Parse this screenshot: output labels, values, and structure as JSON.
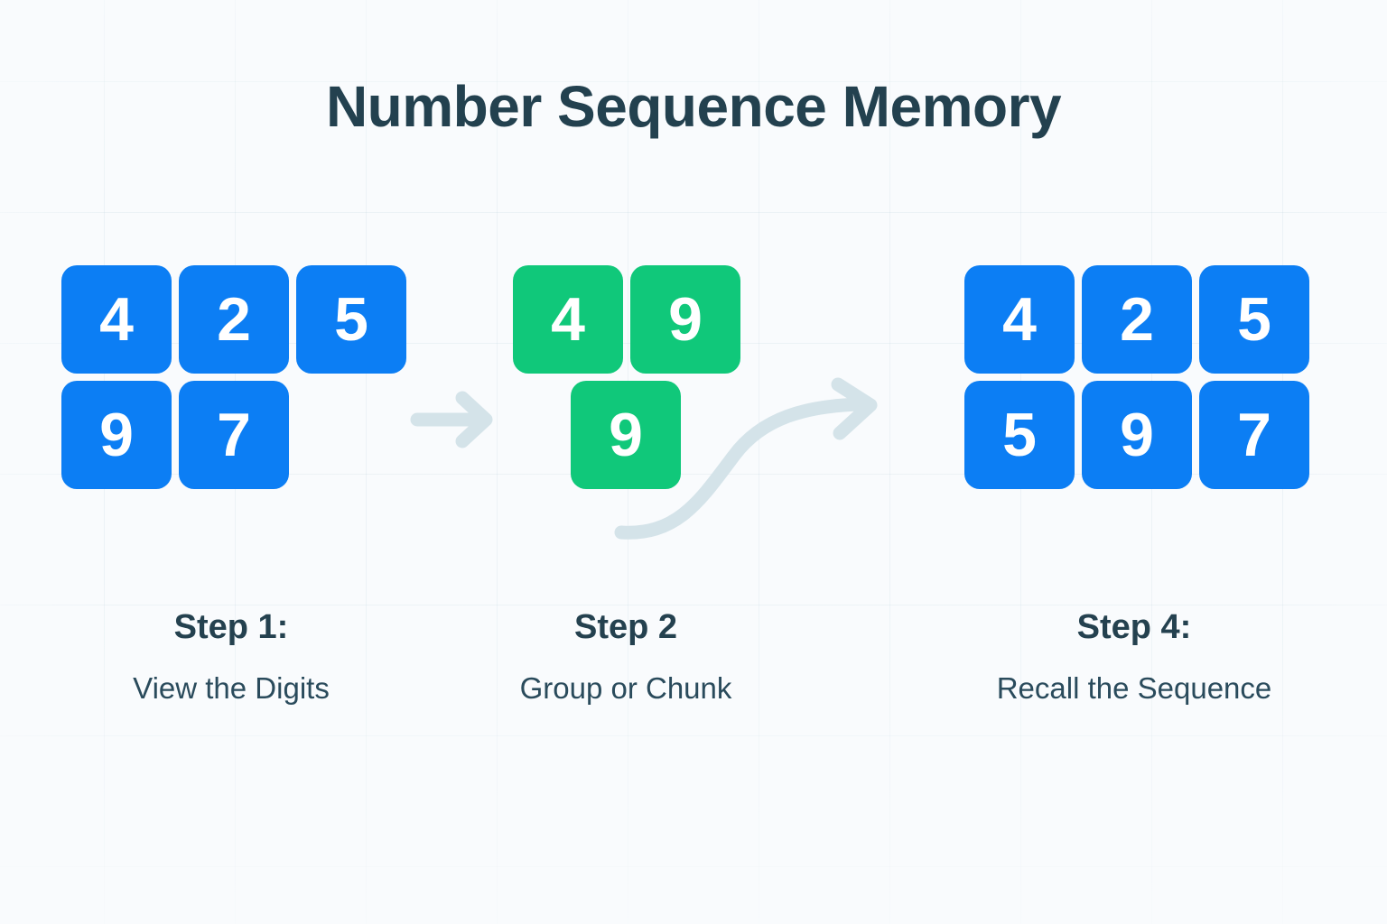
{
  "page": {
    "title": "Number Sequence Memory",
    "background_color": "#f9fbfd",
    "title_color": "#23414f"
  },
  "colors": {
    "tile_blue": "#0c7ef4",
    "tile_green": "#10c87a",
    "arrow": "#d2e2e8",
    "text_dark": "#24414f"
  },
  "steps": [
    {
      "id": "step-1",
      "caption_title": "Step 1:",
      "caption_subtitle": "View the Digits",
      "tile_color": "blue",
      "rows": [
        {
          "offset": false,
          "digits": [
            "4",
            "2",
            "5"
          ]
        },
        {
          "offset": false,
          "digits": [
            "9",
            "7"
          ]
        }
      ]
    },
    {
      "id": "step-2",
      "caption_title": "Step 2",
      "caption_subtitle": "Group or Chunk",
      "tile_color": "green",
      "rows": [
        {
          "offset": false,
          "digits": [
            "4",
            "9"
          ]
        },
        {
          "offset": true,
          "digits": [
            "9"
          ]
        }
      ]
    },
    {
      "id": "step-4",
      "caption_title": "Step 4:",
      "caption_subtitle": "Recall the Sequence",
      "tile_color": "blue",
      "rows": [
        {
          "offset": false,
          "digits": [
            "4",
            "2",
            "5"
          ]
        },
        {
          "offset": false,
          "digits": [
            "5",
            "9",
            "7"
          ]
        }
      ]
    }
  ],
  "arrows": [
    {
      "id": "arrow-1",
      "kind": "straight-right-arrow-icon"
    },
    {
      "id": "arrow-2",
      "kind": "curved-right-arrow-icon"
    }
  ]
}
